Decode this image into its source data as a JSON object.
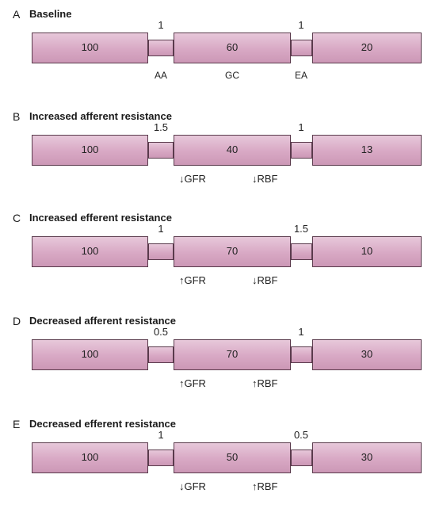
{
  "panels": [
    {
      "letter": "A",
      "title": "Baseline",
      "afferent_resistance": "1",
      "efferent_resistance": "1",
      "pressures": [
        "100",
        "60",
        "20"
      ],
      "segment_labels": {
        "afferent": "AA",
        "glomerular": "GC",
        "efferent": "EA"
      },
      "effects": null
    },
    {
      "letter": "B",
      "title": "Increased afferent resistance",
      "afferent_resistance": "1.5",
      "efferent_resistance": "1",
      "pressures": [
        "100",
        "40",
        "13"
      ],
      "segment_labels": null,
      "effects": {
        "gfr": "↓GFR",
        "rbf": "↓RBF"
      }
    },
    {
      "letter": "C",
      "title": "Increased efferent resistance",
      "afferent_resistance": "1",
      "efferent_resistance": "1.5",
      "pressures": [
        "100",
        "70",
        "10"
      ],
      "segment_labels": null,
      "effects": {
        "gfr": "↑GFR",
        "rbf": "↓RBF"
      }
    },
    {
      "letter": "D",
      "title": "Decreased afferent resistance",
      "afferent_resistance": "0.5",
      "efferent_resistance": "1",
      "pressures": [
        "100",
        "70",
        "30"
      ],
      "segment_labels": null,
      "effects": {
        "gfr": "↑GFR",
        "rbf": "↑RBF"
      }
    },
    {
      "letter": "E",
      "title": "Decreased efferent resistance",
      "afferent_resistance": "1",
      "efferent_resistance": "0.5",
      "pressures": [
        "100",
        "50",
        "30"
      ],
      "segment_labels": null,
      "effects": {
        "gfr": "↓GFR",
        "rbf": "↑RBF"
      }
    }
  ],
  "colors": {
    "vessel_fill": "#d8a8c4",
    "vessel_border": "#5a3a4c",
    "text": "#222222"
  }
}
